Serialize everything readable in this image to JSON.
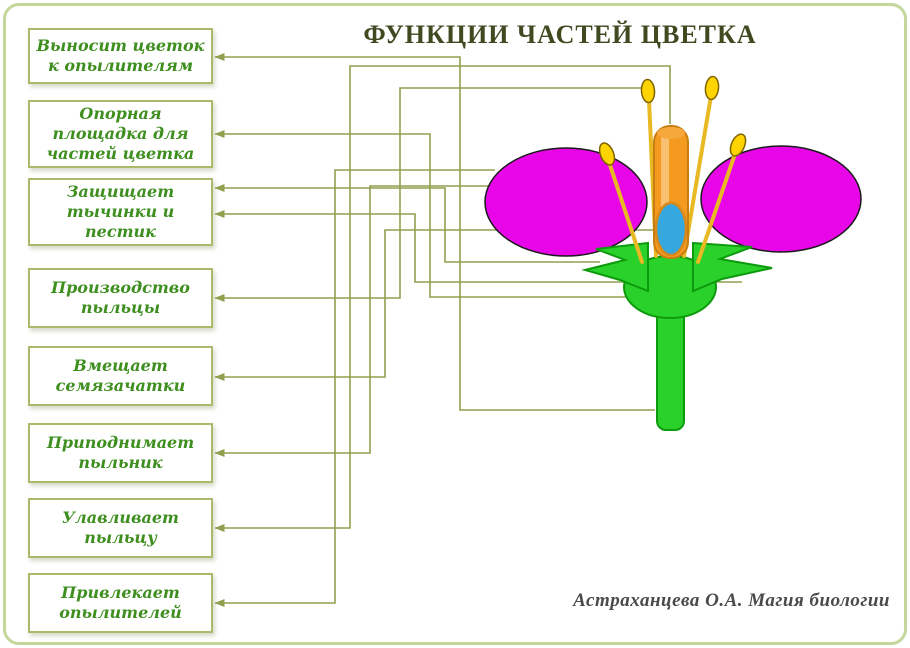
{
  "title": "ФУНКЦИИ ЧАСТЕЙ ЦВЕТКА",
  "signature": "Астраханцева О.А. Магия биологии",
  "function_labels": [
    {
      "label": "Выносит цветок\nк опылителям",
      "target": "stem"
    },
    {
      "label": "Опорная\nплощадка для\nчастей цветка",
      "target": "receptacle"
    },
    {
      "label": "Защищает\nтычинки и\nпестик",
      "target": "sepals"
    },
    {
      "label": "Производство\nпыльцы",
      "target": "anther"
    },
    {
      "label": "Вмещает\nсемязачатки",
      "target": "ovary"
    },
    {
      "label": "Приподнимает\nпыльник",
      "target": "filament"
    },
    {
      "label": "Улавливает\nпыльцу",
      "target": "stigma"
    },
    {
      "label": "Привлекает\nопылителей",
      "target": "petals"
    }
  ],
  "flower_parts": [
    "stem",
    "receptacle",
    "sepal-left",
    "sepal-right",
    "petal-left",
    "petal-right",
    "filament",
    "anther",
    "pistil",
    "ovary",
    "stigma"
  ],
  "colors": {
    "frame_border": "#c3d69b",
    "box_border": "#a9ba6b",
    "label_text": "#3e8f1f",
    "title_text": "#3f4a21",
    "connector": "#8fa04f",
    "leaf_green": "#2ad12a",
    "leaf_stroke": "#0d9b0d",
    "petal_magenta": "#e806e8",
    "pistil_orange": "#f49a1f",
    "ovary_blue": "#35a8e0",
    "stamen_yellow": "#ffd400",
    "signature_text": "#4a4a4a"
  }
}
